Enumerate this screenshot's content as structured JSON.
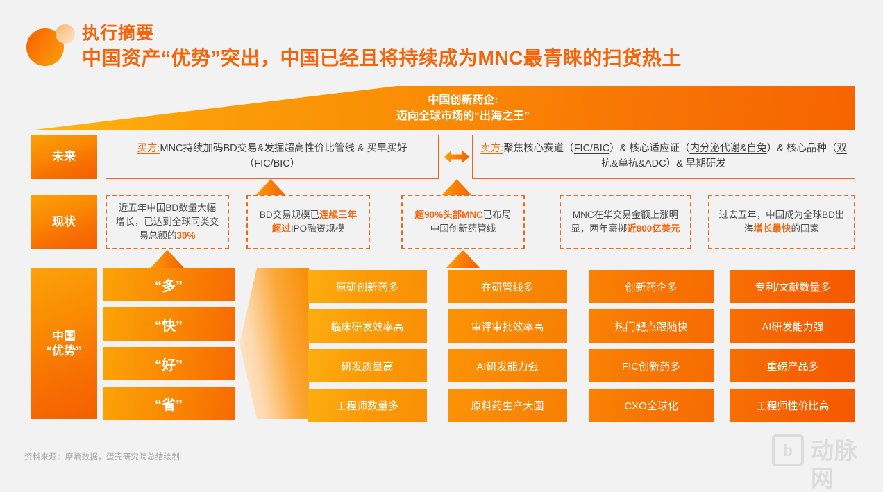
{
  "header": {
    "logo_icon": "brand-dual-circle-icon",
    "title": "执行摘要",
    "subtitle": "中国资产“优势”突出，中国已经且将持续成为MNC最青睐的扫货热土"
  },
  "banner": {
    "line1": "中国创新药企:",
    "line2": "迈向全球市场的“出海之王”"
  },
  "future": {
    "label": "未来",
    "buyer": {
      "prefix": "买方:",
      "text": "MNC持续加码BD交易&发掘超高性价比管线 & 买早买好（FIC/BIC）"
    },
    "seller": {
      "prefix": "卖方:",
      "seg1": "聚焦核心赛道（",
      "u1": "FIC/BIC",
      "seg2": "）& 核心适应证（",
      "u2": "内分泌代谢&自免",
      "seg3": "）& 核心品种（",
      "u3": "双抗&单抗&ADC",
      "seg4": "）& 早期研发"
    },
    "arrow_icon": "double-arrow-icon"
  },
  "current": {
    "label": "现状",
    "boxes": [
      {
        "pre": "近五年中国BD数量大幅增长，已达到全球同类交易总额的",
        "hl": "30%",
        "post": ""
      },
      {
        "pre": "BD交易规模已",
        "hl": "连续三年超过",
        "post": "IPO融资规模"
      },
      {
        "pre": "",
        "hl": "超90%头部MNC",
        "post": "已布局中国创新药管线"
      },
      {
        "pre": "MNC在华交易金额上涨明显，两年豪掷",
        "hl": "近800亿美元",
        "post": ""
      },
      {
        "pre": "过去五年，中国成为全球BD出海",
        "hl": "增长最快",
        "post": "的国家"
      }
    ]
  },
  "advantage": {
    "label_line1": "中国",
    "label_line2": "“优势”",
    "keys": [
      "“多”",
      "“快”",
      "“好”",
      "“省”"
    ],
    "chevron_icon": "left-chevron-icon",
    "grid": [
      [
        "原研创新药多",
        "在研管线多",
        "创新药企多",
        "专利/文献数量多"
      ],
      [
        "临床研发效率高",
        "审评审批效率高",
        "热门靶点跟随快",
        "AI研发能力强"
      ],
      [
        "研发质量高",
        "AI研发能力强",
        "FIC创新药多",
        "重磅产品多"
      ],
      [
        "工程师数量多",
        "原料药生产大国",
        "CXO全球化",
        "工程师性价比高"
      ]
    ]
  },
  "footer": {
    "source": "资料来源：摩熵数据，蛋壳研究院总结绘制"
  },
  "watermark": {
    "icon_text": "b",
    "text": "动脉网"
  },
  "colors": {
    "accent": "#f4650f",
    "orange_dark": "#f45f00",
    "orange_light": "#fcae10",
    "background": "#f2f2f2",
    "body_text": "#4a4a4a",
    "muted": "#a5a5a5"
  }
}
